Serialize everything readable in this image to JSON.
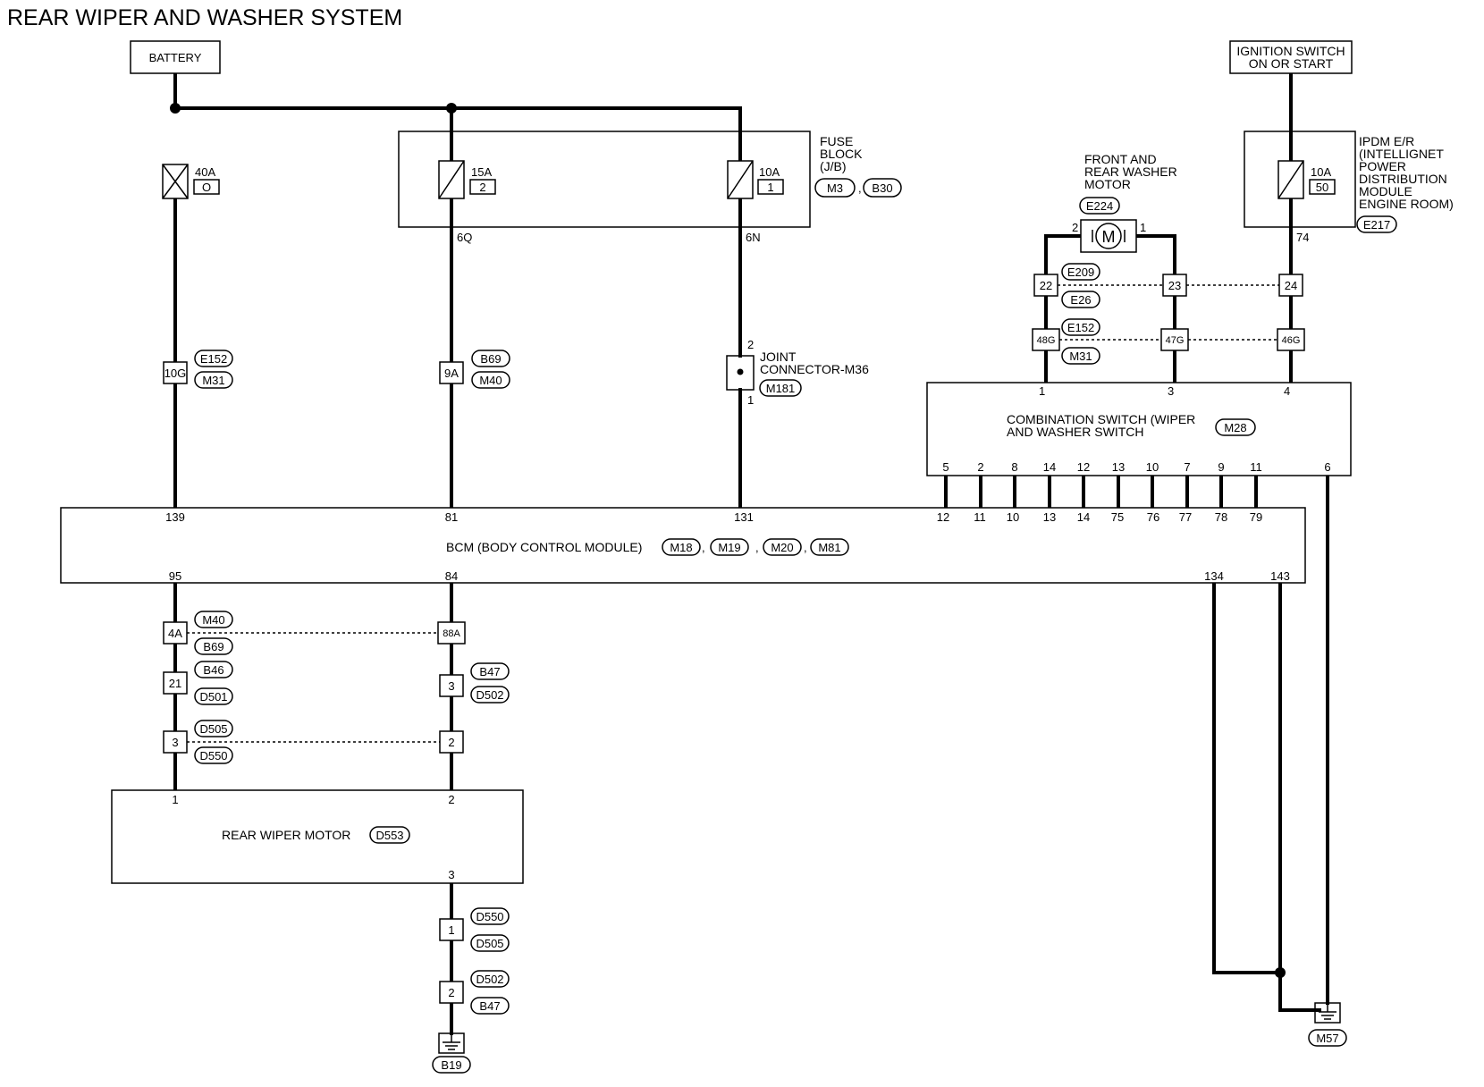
{
  "title": "REAR WIPER AND WASHER SYSTEM",
  "battery": "BATTERY",
  "ignition": {
    "line1": "IGNITION SWITCH",
    "line2": "ON OR START"
  },
  "fuse_block": {
    "line1": "FUSE",
    "line2": "BLOCK",
    "line3": "(J/B)",
    "conn1": "M3",
    "conn2": "B30"
  },
  "fuses": [
    {
      "rating": "40A",
      "num": "O"
    },
    {
      "rating": "15A",
      "num": "2"
    },
    {
      "rating": "10A",
      "num": "1"
    },
    {
      "rating": "10A",
      "num": "50"
    }
  ],
  "fuse_outputs": {
    "f2": "6Q",
    "f3": "6N"
  },
  "ipdm": {
    "lines": [
      "IPDM E/R",
      "(INTELLIGNET",
      "POWER",
      "DISTRIBUTION",
      "MODULE",
      "ENGINE ROOM)"
    ],
    "conn": "E217",
    "pin": "74"
  },
  "washer_motor": {
    "lines": [
      "FRONT AND",
      "REAR WASHER",
      "MOTOR"
    ],
    "conn": "E224",
    "pin_left": "2",
    "pin_right": "1",
    "symbol": "M"
  },
  "connectors_upper": {
    "col1": {
      "pin": "10G",
      "c1": "E152",
      "c2": "M31"
    },
    "col2": {
      "pin": "9A",
      "c1": "B69",
      "c2": "M40"
    },
    "row1": {
      "p1": "22",
      "p2": "23",
      "p3": "24",
      "c1": "E209",
      "c2": "E26"
    },
    "row2": {
      "p1": "48G",
      "p2": "47G",
      "p3": "46G",
      "c1": "E152",
      "c2": "M31"
    }
  },
  "joint": {
    "line1": "JOINT",
    "line2": "CONNECTOR-M36",
    "conn": "M181",
    "pin_top": "2",
    "pin_bottom": "1"
  },
  "combo_switch": {
    "line1": "COMBINATION SWITCH (WIPER",
    "line2": "AND WASHER SWITCH",
    "conn": "M28",
    "top_pins": [
      "1",
      "3",
      "4"
    ],
    "bottom_pins": [
      "5",
      "2",
      "8",
      "14",
      "12",
      "13",
      "10",
      "7",
      "9",
      "11",
      "6"
    ]
  },
  "bcm": {
    "label": "BCM (BODY CONTROL MODULE)",
    "conns": [
      "M18",
      "M19",
      "M20",
      "M81"
    ],
    "top_pins": [
      "139",
      "81",
      "131",
      "12",
      "11",
      "10",
      "13",
      "14",
      "75",
      "76",
      "77",
      "78",
      "79"
    ],
    "bottom_pins": [
      "95",
      "84",
      "134",
      "143"
    ]
  },
  "connectors_lower": {
    "row1": {
      "p1": "4A",
      "p2": "88A",
      "c1": "M40",
      "c2": "B69"
    },
    "row2": {
      "p1": "21",
      "p2": "3",
      "c1": "B46",
      "c2": "D501",
      "c3": "B47",
      "c4": "D502"
    },
    "row3": {
      "p1": "3",
      "p2": "2",
      "c1": "D505",
      "c2": "D550"
    }
  },
  "rear_motor": {
    "label": "REAR WIPER MOTOR",
    "conn": "D553",
    "pins": [
      "1",
      "2",
      "3"
    ]
  },
  "ground_chain": {
    "p1": "1",
    "c1": "D550",
    "c2": "D505",
    "p2": "2",
    "c3": "D502",
    "c4": "B47"
  },
  "grounds": {
    "g1": "B19",
    "g2": "M57"
  }
}
